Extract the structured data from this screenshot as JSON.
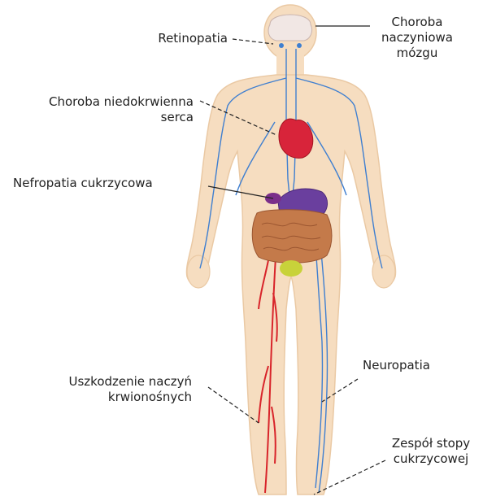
{
  "colors": {
    "skin": "#f6ddc0",
    "skin_outline": "#eac9a4",
    "vein": "#3f7fd0",
    "artery": "#d8242a",
    "heart": "#d8243a",
    "liver": "#6a3f9e",
    "kidney": "#7a2e8a",
    "intestine": "#c47a4a",
    "bladder": "#c8d23a",
    "brain": "#f1e7e4",
    "leader_line": "#222222",
    "text": "#222222"
  },
  "labels": {
    "retinopatia": "Retinopatia",
    "choroba_mozgu": [
      "Choroba",
      "naczyniowa",
      "mózgu"
    ],
    "choroba_serca": [
      "Choroba niedokrwienna",
      "serca"
    ],
    "nefropatia": "Nefropatia cukrzycowa",
    "uszkodzenie": [
      "Uszkodzenie naczyń",
      "krwionośnych"
    ],
    "neuropatia": "Neuropatia",
    "stopa": [
      "Zespół stopy",
      "cukrzycowej"
    ]
  }
}
